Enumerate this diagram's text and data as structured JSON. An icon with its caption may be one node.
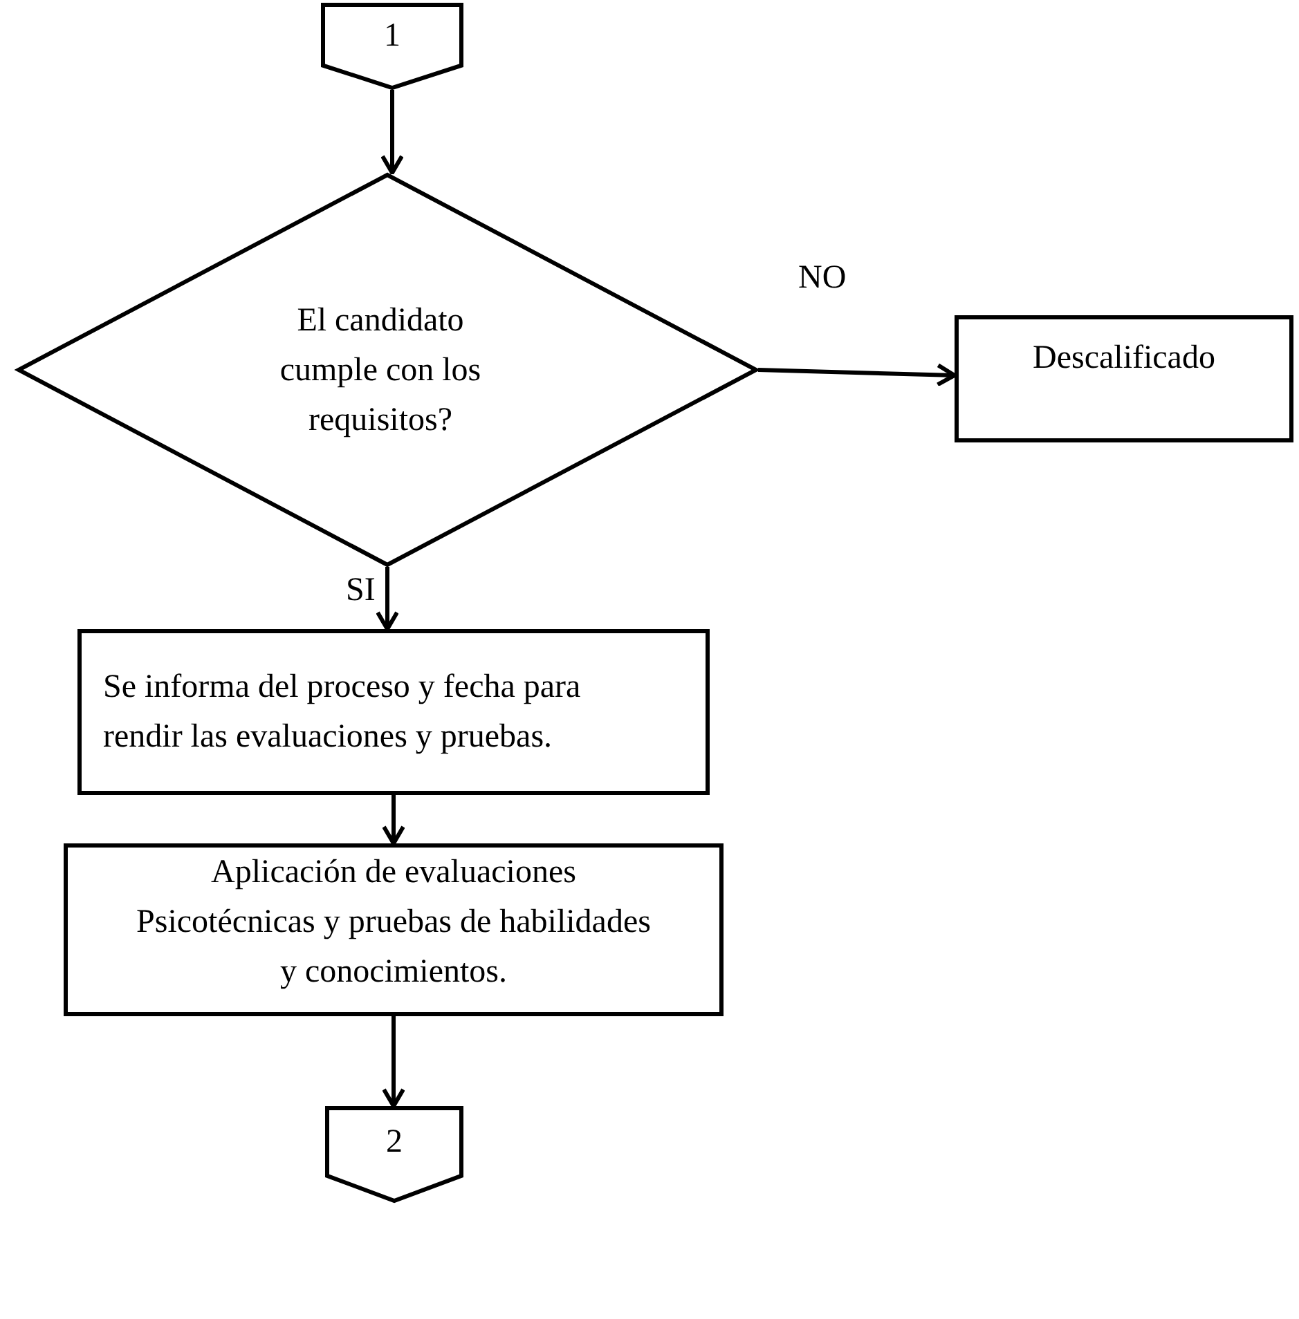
{
  "diagram": {
    "nodes": [
      {
        "text": [
          "1"
        ]
      },
      {
        "text": [
          "El candidato cumple con los requisitos?"
        ]
      },
      {
        "text": [
          "Descalificado"
        ]
      },
      {
        "text": [
          "Se informa del proceso y fecha para rendir las evaluaciones y pruebas."
        ]
      },
      {
        "text": [
          "Aplicación de evaluaciones Psicotécnicas y pruebas de habilidades y conocimientos."
        ]
      },
      {
        "text": [
          "2"
        ]
      }
    ],
    "edges": [
      {
        "from": 0,
        "to": 1,
        "arrow": "to"
      },
      {
        "from": 1,
        "to": 2,
        "arrow": "to",
        "label": "NO"
      },
      {
        "from": 1,
        "to": 3,
        "arrow": "to",
        "label": "SI"
      },
      {
        "from": 3,
        "to": 4,
        "arrow": "to"
      },
      {
        "from": 4,
        "to": 5,
        "arrow": "to"
      }
    ]
  }
}
